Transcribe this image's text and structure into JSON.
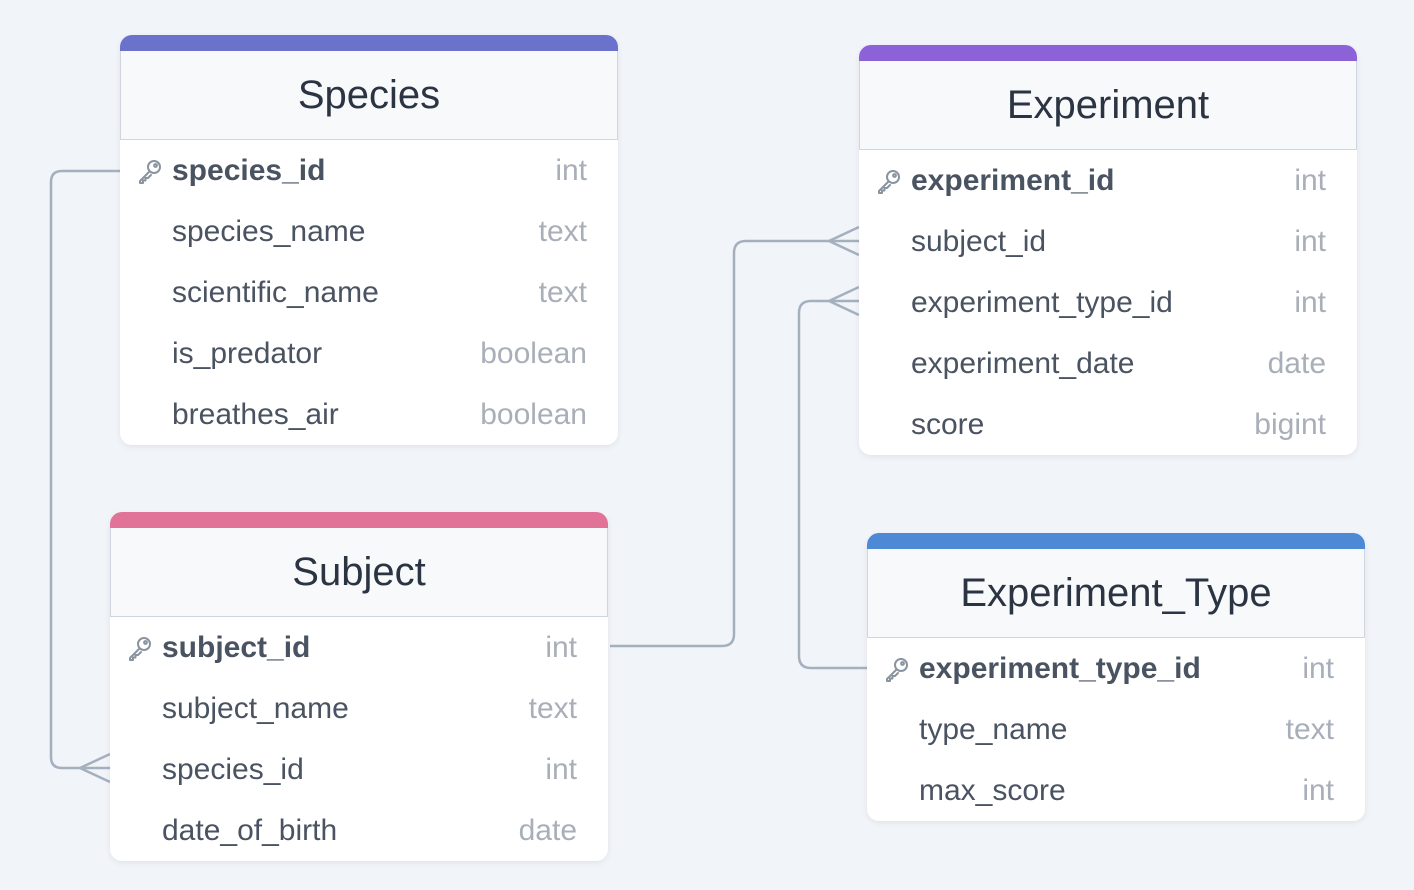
{
  "tables": {
    "species": {
      "title": "Species",
      "color": "#6b72cb",
      "columns": [
        {
          "name": "species_id",
          "type": "int",
          "pk": true
        },
        {
          "name": "species_name",
          "type": "text"
        },
        {
          "name": "scientific_name",
          "type": "text"
        },
        {
          "name": "is_predator",
          "type": "boolean"
        },
        {
          "name": "breathes_air",
          "type": "boolean"
        }
      ]
    },
    "subject": {
      "title": "Subject",
      "color": "#e27398",
      "columns": [
        {
          "name": "subject_id",
          "type": "int",
          "pk": true
        },
        {
          "name": "subject_name",
          "type": "text"
        },
        {
          "name": "species_id",
          "type": "int"
        },
        {
          "name": "date_of_birth",
          "type": "date"
        }
      ]
    },
    "experiment": {
      "title": "Experiment",
      "color": "#8c62d8",
      "columns": [
        {
          "name": "experiment_id",
          "type": "int",
          "pk": true
        },
        {
          "name": "subject_id",
          "type": "int"
        },
        {
          "name": "experiment_type_id",
          "type": "int"
        },
        {
          "name": "experiment_date",
          "type": "date"
        },
        {
          "name": "score",
          "type": "bigint"
        }
      ]
    },
    "experiment_type": {
      "title": "Experiment_Type",
      "color": "#4e89d6",
      "columns": [
        {
          "name": "experiment_type_id",
          "type": "int",
          "pk": true
        },
        {
          "name": "type_name",
          "type": "text"
        },
        {
          "name": "max_score",
          "type": "int"
        }
      ]
    }
  },
  "relations": [
    {
      "from": "species.species_id",
      "to": "subject.species_id",
      "to_cardinality": "many"
    },
    {
      "from": "subject.subject_id",
      "to": "experiment.subject_id",
      "to_cardinality": "many"
    },
    {
      "from": "experiment_type.experiment_type_id",
      "to": "experiment.experiment_type_id",
      "to_cardinality": "many"
    }
  ],
  "icons": {
    "primary_key": "key-icon"
  },
  "colors": {
    "edge": "#a5b0bf",
    "background": "#f1f4f8"
  }
}
